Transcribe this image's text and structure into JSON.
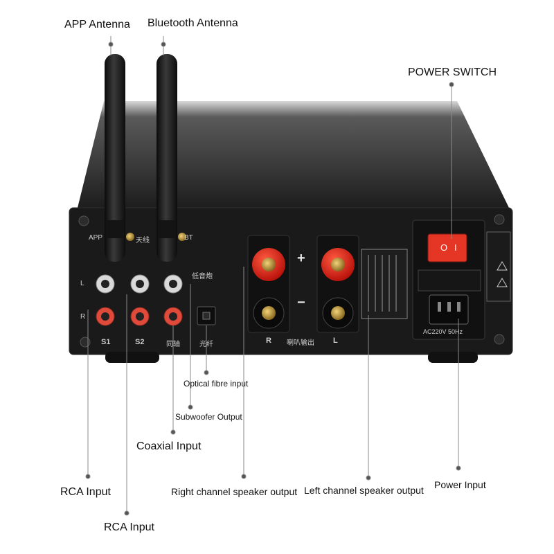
{
  "callouts": {
    "app_antenna": "APP Antenna",
    "bt_antenna": "Bluetooth Antenna",
    "power_switch": "POWER SWITCH",
    "optical": "Optical fibre input",
    "subwoofer": "Subwoofer Output",
    "coaxial": "Coaxial Input",
    "rca_1": "RCA Input",
    "rca_2": "RCA Input",
    "right_spk": "Right channel speaker output",
    "left_spk": "Left channel speaker output",
    "power_input": "Power Input"
  },
  "panel": {
    "app": "APP",
    "tianxian": "天线",
    "bt": "BT",
    "row_l": "L",
    "row_r": "R",
    "s1": "S1",
    "s2": "S2",
    "coax_cn": "同轴",
    "sub_cn": "低音炮",
    "optical_cn": "光纤",
    "plus": "+",
    "minus": "−",
    "spk_r": "R",
    "spk_cn": "喇叭输出",
    "spk_l": "L",
    "ac_rating": "AC220V 50Hz",
    "switch_on": "I",
    "switch_off": "O"
  },
  "colors": {
    "chassis": "#1a1a1a",
    "lid": "#2b2b2b",
    "terminal_red": "#e01b14",
    "switch_red": "#e53525",
    "gold": "#c9a24a"
  }
}
